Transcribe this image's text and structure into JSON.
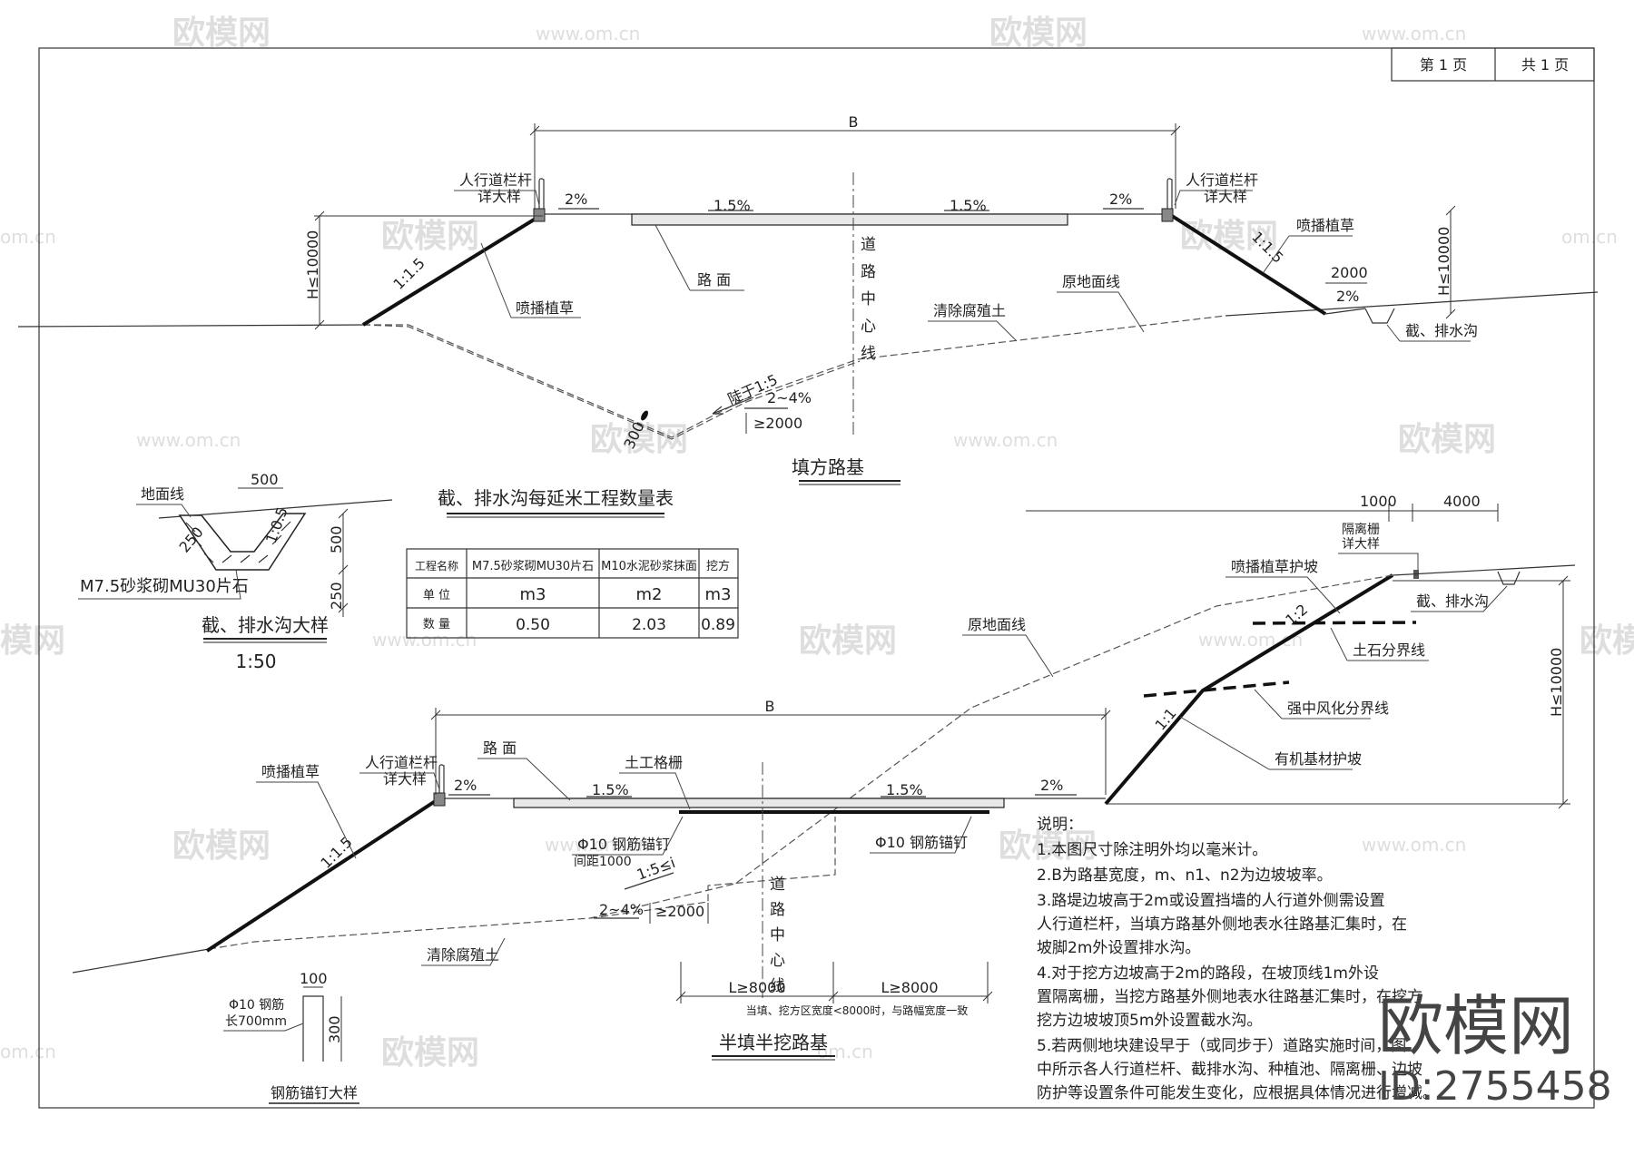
{
  "page": {
    "page_no": "第 1 页",
    "page_total": "共 1 页"
  },
  "watermark": {
    "brand": "欧模网",
    "url": "www.om.cn",
    "url_short": "om.cn",
    "brand_partial": "模网",
    "brand_partial2": "欧模网"
  },
  "fill": {
    "title": "填方路基",
    "B": "B",
    "slope_left": "1:1.5",
    "slope_right": "1:1.5",
    "h_left": "H≤10000",
    "h_right": "H≤10000",
    "grade_2_left": "2%",
    "grade_15_left": "1.5%",
    "grade_15_right": "1.5%",
    "grade_2_right": "2%",
    "railing_left_1": "人行道栏杆",
    "railing_left_2": "详大样",
    "railing_right_1": "人行道栏杆",
    "railing_right_2": "详大样",
    "grass_left": "喷播植草",
    "grass_right": "喷播植草",
    "pavement": "路 面",
    "center_line": [
      "道",
      "路",
      "中",
      "心",
      "线"
    ],
    "original_ground": "原地面线",
    "clear_soil": "清除腐殖土",
    "berm_2000": "2000",
    "berm_2pct": "2%",
    "ditch": "截、排水沟",
    "step_slope": "陡于1:5",
    "step_grade": "2~4%",
    "step_width": "≥2000",
    "step_300": "300"
  },
  "ditch_detail": {
    "title": "截、排水沟大样",
    "scale": "1:50",
    "ground": "地面线",
    "dim_500_top": "500",
    "dim_250_side": "250",
    "slope": "1:0.5",
    "dim_500_right": "500",
    "dim_250_right": "250",
    "material": "M7.5砂浆砌MU30片石"
  },
  "table": {
    "title": "截、排水沟每延米工程数量表",
    "headers": [
      "工程名称",
      "M7.5砂浆砌MU30片石",
      "M10水泥砂浆抹面",
      "挖方"
    ],
    "rows": [
      [
        "单 位",
        "m3",
        "m2",
        "m3"
      ],
      [
        "数 量",
        "0.50",
        "2.03",
        "0.89"
      ]
    ]
  },
  "half": {
    "title": "半填半挖路基",
    "B": "B",
    "dim_1000": "1000",
    "dim_4000": "4000",
    "fence_1": "隔离栅",
    "fence_2": "详大样",
    "grass_protect": "喷播植草护坡",
    "ditch": "截、排水沟",
    "slope_12": "1:2",
    "soil_rock": "土石分界线",
    "original_ground": "原地面线",
    "weathered": "强中风化分界线",
    "slope_11": "1:1",
    "organic": "有机基材护坡",
    "h_right": "H≤10000",
    "grass_left": "喷播植草",
    "railing_1": "人行道栏杆",
    "railing_2": "详大样",
    "pavement": "路 面",
    "geogrid": "土工格栅",
    "grade_2_left": "2%",
    "grade_15_left": "1.5%",
    "grade_15_right": "1.5%",
    "grade_2_right": "2%",
    "slope_15": "1:1.5",
    "anchor_left_1": "Φ10 钢筋锚钉",
    "anchor_left_2": "间距1000",
    "anchor_right": "Φ10 钢筋锚钉",
    "step_slope": "1:5≤i",
    "step_grade": "2~4%",
    "step_width": "≥2000",
    "center_line": [
      "道",
      "路",
      "中",
      "心",
      "线"
    ],
    "clear_soil": "清除腐殖土",
    "l_left": "L≥8000",
    "l_right": "L≥8000",
    "l_note": "当填、挖方区宽度<8000时，与路幅宽度一致"
  },
  "anchor_detail": {
    "title": "钢筋锚钉大样",
    "dim_100": "100",
    "dim_300": "300",
    "bar_1": "Φ10 钢筋",
    "bar_2": "长700mm"
  },
  "notes": {
    "heading": "说明：",
    "lines": [
      "1.本图尺寸除注明外均以毫米计。",
      "2.B为路基宽度，m、n1、n2为边坡坡率。",
      "3.路堤边坡高于2m或设置挡墙的人行道外侧需设置",
      "人行道栏杆，当填方路基外侧地表水往路基汇集时，在",
      "坡脚2m外设置排水沟。",
      "4.对于挖方边坡高于2m的路段，在坡顶线1m外设",
      "置隔离栅，当挖方路基外侧地表水往路基汇集时，在挖方",
      "挖方边坡坡顶5m外设置截水沟。",
      "5.若两侧地块建设早于（或同步于）道路实施时间，图",
      "中所示各人行道栏杆、截排水沟、种植池、隔离栅、边坡",
      "防护等设置条件可能发生变化，应根据具体情况进行增减。"
    ]
  },
  "stamp": {
    "brand": "欧模网",
    "id": "ID:2755458"
  }
}
